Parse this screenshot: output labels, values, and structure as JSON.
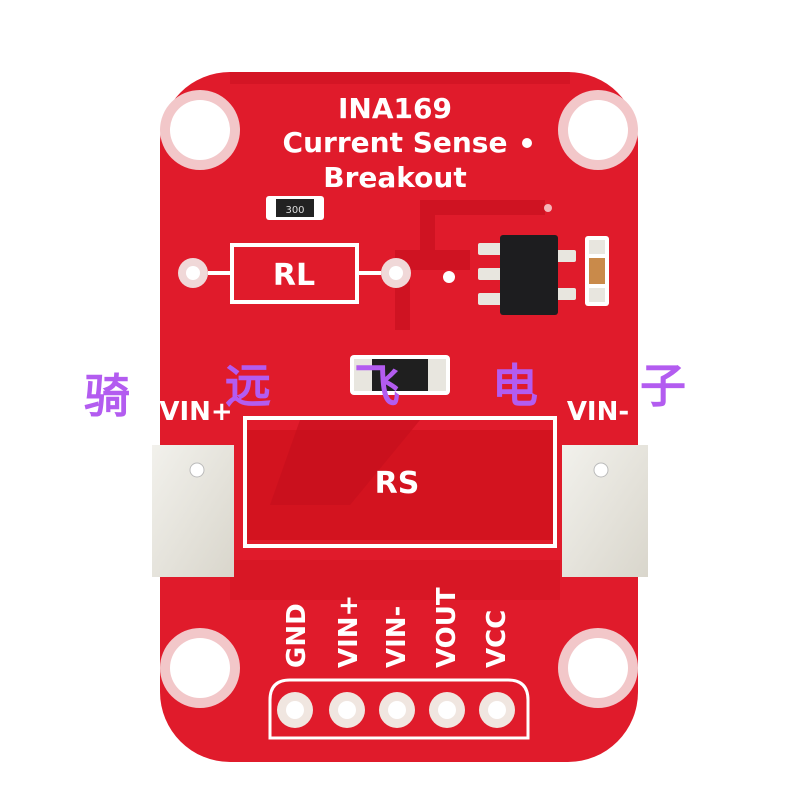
{
  "board": {
    "title_lines": [
      "INA169",
      "Current Sense",
      "Breakout"
    ],
    "resistor_load_label": "RL",
    "resistor_sense_label": "RS",
    "terminal_left_label": "VIN+",
    "terminal_right_label": "VIN-",
    "header_pins": [
      "GND",
      "VIN+",
      "VIN-",
      "VOUT",
      "VCC"
    ],
    "smd_marking": "300"
  },
  "watermark": {
    "chars": [
      "骑",
      "远",
      "飞",
      "电",
      "子"
    ]
  },
  "colors": {
    "pcb_red": "#e01b2b",
    "pcb_dark_red": "#c8101f",
    "silkscreen": "#ffffff",
    "pad_metal": "#e8e6df",
    "watermark": "#b35cf0"
  }
}
